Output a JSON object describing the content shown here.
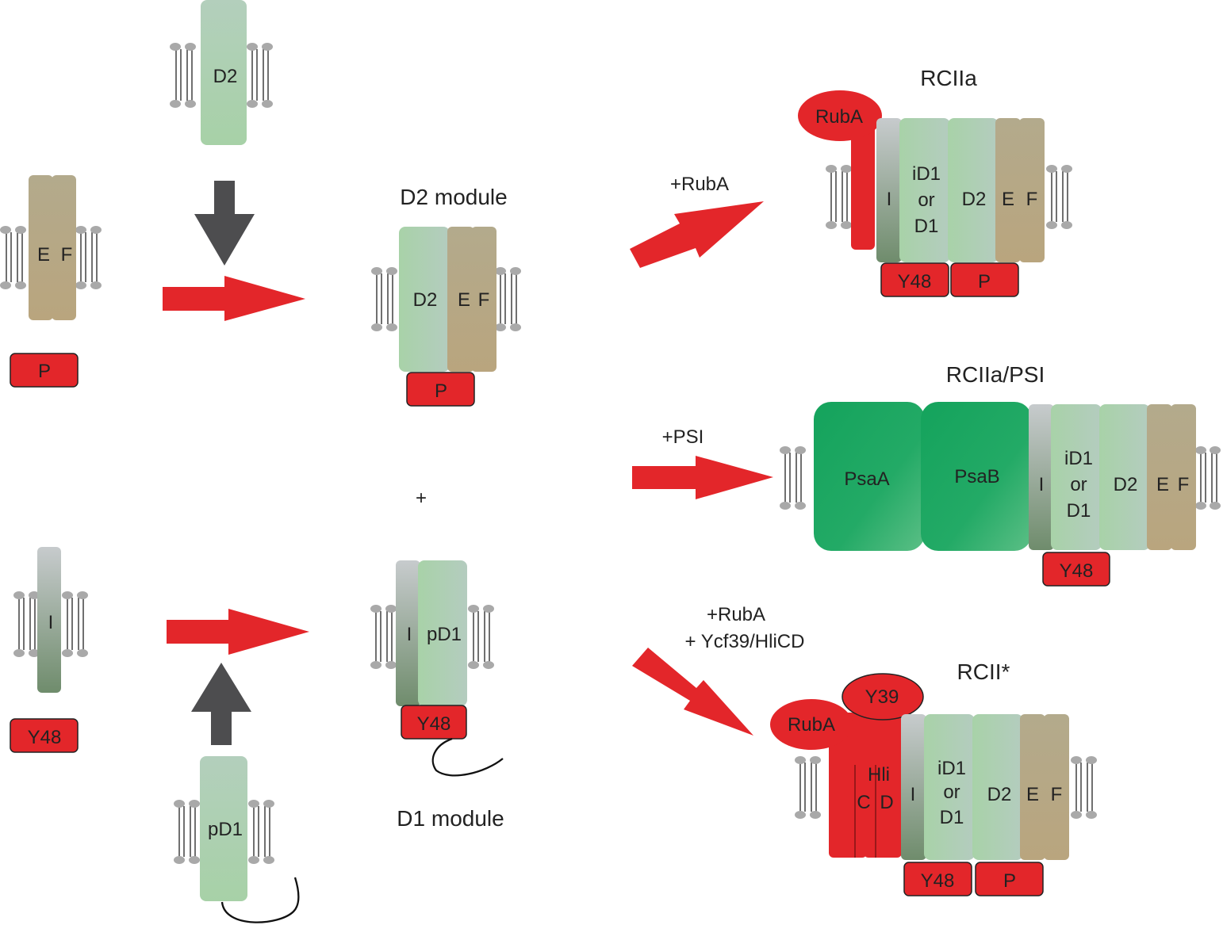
{
  "colors": {
    "red": "#e3262a",
    "red_stroke": "#222222",
    "dark_arrow": "#4d4d4f",
    "d2_green": "#a9d2ad",
    "ef_tan": "#b7a684",
    "i_grey": "#9aa59a",
    "psa_green": "#1fa866"
  },
  "left": {
    "d2": "D2",
    "ef_e": "E",
    "ef_f": "F",
    "p": "P",
    "i": "I",
    "y48": "Y48",
    "pd1": "pD1"
  },
  "center": {
    "d2_module_title": "D2 module",
    "d2_module": {
      "d2": "D2",
      "e": "E",
      "f": "F",
      "p": "P"
    },
    "plus": "+",
    "d1_module": {
      "i": "I",
      "pd1": "pD1",
      "y48": "Y48"
    },
    "d1_module_title": "D1 module"
  },
  "arrows": {
    "rubA": "+RubA",
    "psi": "+PSI",
    "rubA2": "+RubA",
    "ycf": "+ Ycf39/HliCD"
  },
  "rcIIa": {
    "title": "RCIIa",
    "rubA": "RubA",
    "i": "I",
    "id1": [
      "iD1",
      "or",
      "D1"
    ],
    "d2": "D2",
    "e": "E",
    "f": "F",
    "y48": "Y48",
    "p": "P"
  },
  "rcIIaPsi": {
    "title": "RCIIa/PSI",
    "psaA": "PsaA",
    "psaB": "PsaB",
    "i": "I",
    "id1": [
      "iD1",
      "or",
      "D1"
    ],
    "d2": "D2",
    "e": "E",
    "f": "F",
    "y48": "Y48"
  },
  "rcII": {
    "title": "RCII*",
    "y39": "Y39",
    "rubA": "RubA",
    "hli": [
      "Hli",
      "C",
      "D"
    ],
    "i": "I",
    "id1": [
      "iD1",
      "or",
      "D1"
    ],
    "d2": "D2",
    "e": "E",
    "f": "F",
    "y48": "Y48",
    "p": "P"
  }
}
